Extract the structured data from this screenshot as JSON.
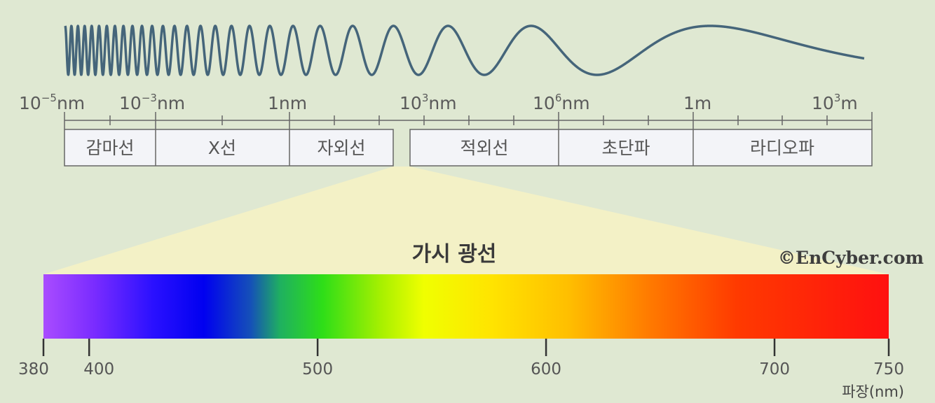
{
  "scale": {
    "marks": [
      {
        "base": "10",
        "exp": "−5",
        "unit": "nm"
      },
      {
        "base": "10",
        "exp": "−3",
        "unit": "nm"
      },
      {
        "base": "",
        "exp": "",
        "unit": "1nm"
      },
      {
        "base": "10",
        "exp": "3",
        "unit": "nm"
      },
      {
        "base": "10",
        "exp": "6",
        "unit": "nm"
      },
      {
        "base": "",
        "exp": "",
        "unit": "1m"
      },
      {
        "base": "10",
        "exp": "3",
        "unit": "m"
      }
    ]
  },
  "bands": [
    {
      "label": "감마선"
    },
    {
      "label": "X선"
    },
    {
      "label": "자외선"
    },
    {
      "label": "적외선"
    },
    {
      "label": "초단파"
    },
    {
      "label": "라디오파"
    }
  ],
  "visible": {
    "title": "가시 광선",
    "copyright": "©EnCyber.com",
    "unit_label": "파장(nm)",
    "range": [
      380,
      750
    ],
    "ticks": [
      {
        "value": 380,
        "label": "380"
      },
      {
        "value": 400,
        "label": "400"
      },
      {
        "value": 500,
        "label": "500"
      },
      {
        "value": 600,
        "label": "600"
      },
      {
        "value": 700,
        "label": "700"
      },
      {
        "value": 750,
        "label": "750"
      }
    ]
  },
  "colors": {
    "background": "#dfe8d2",
    "wave": "#45657a",
    "box_fill": "#f3f4f8",
    "box_stroke": "#666666",
    "cone": "#f7f2c4"
  }
}
